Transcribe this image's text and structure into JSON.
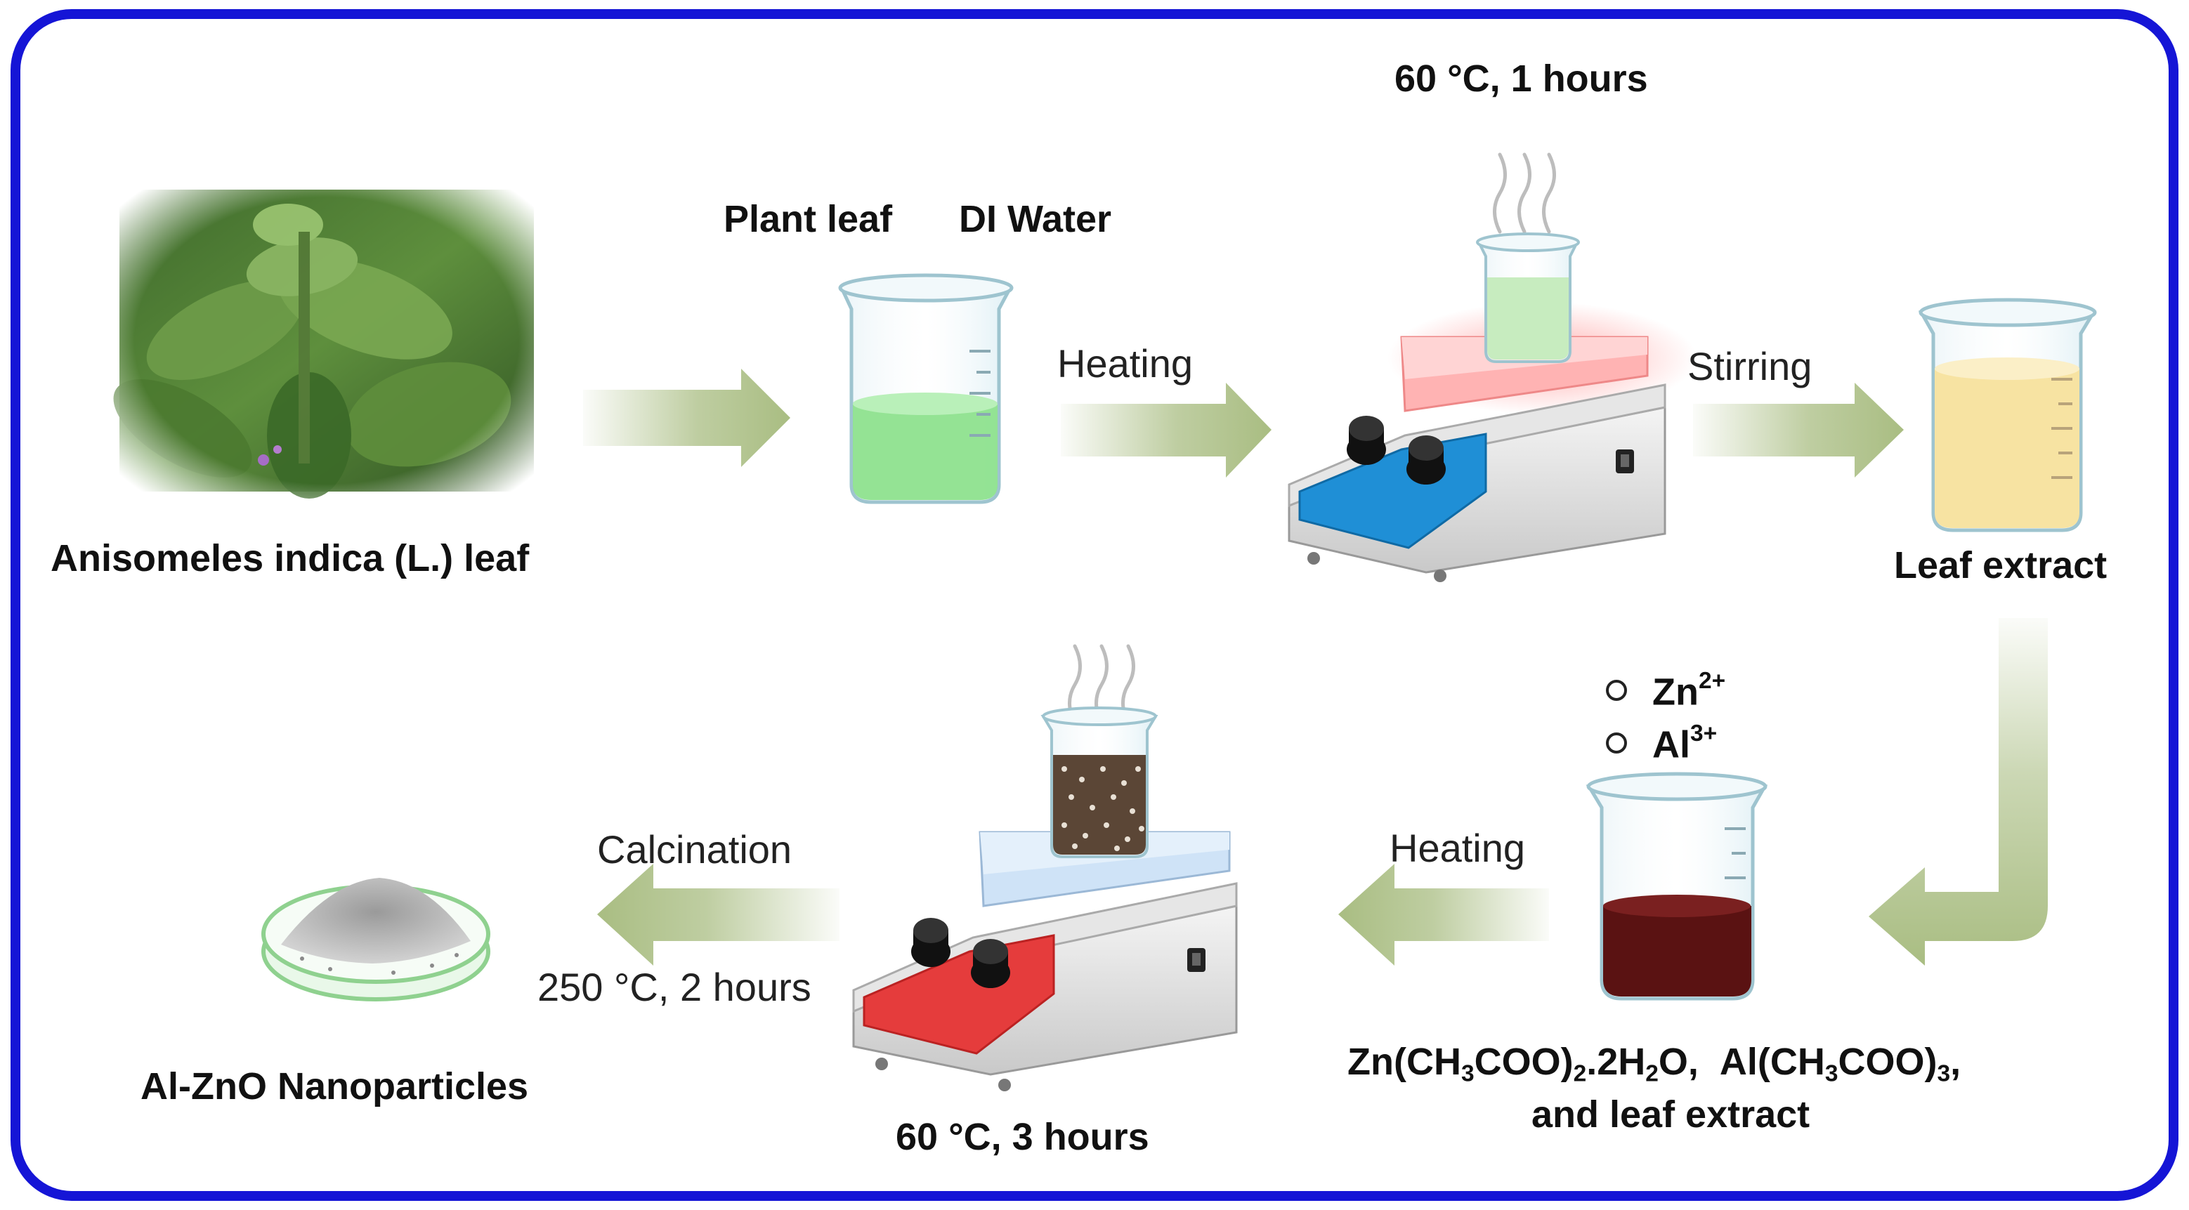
{
  "labels": {
    "plant_name": "Anisomeles indica (L.) leaf",
    "plant_leaf": "Plant leaf",
    "di_water": "DI Water",
    "heating1": "Heating",
    "temp_time1": "60 °C, 1 hours",
    "stirring": "Stirring",
    "leaf_extract": "Leaf extract",
    "ion_zn": "Zn",
    "ion_zn_charge": "2+",
    "ion_al": "Al",
    "ion_al_charge": "3+",
    "heating2": "Heating",
    "precursor_line2": "and leaf extract",
    "temp_time2": "60 °C, 3 hours",
    "calcination": "Calcination",
    "calcination_condition": "250 °C, 2 hours",
    "product": "Al-ZnO Nanoparticles"
  },
  "precursor_formula": {
    "a1": "Zn(CH",
    "a2": "3",
    "a3": "COO)",
    "a4": "2",
    "a5": ".2H",
    "a6": "2",
    "a7": "O,",
    "b1": "Al(CH",
    "b2": "3",
    "b3": "COO)",
    "b4": "3",
    "b5": ","
  },
  "colors": {
    "frame": "#1515d6",
    "arrow": "#a9bd82",
    "green_solution": "#8ee28e",
    "yellow_extract": "#f7e3a2",
    "brown_solution": "#5a1212",
    "blue_panel": "#1f8fd6",
    "red_panel": "#e53c3c",
    "hot_plate": "#f6b6b6",
    "cool_plate": "#cfe3f7"
  }
}
